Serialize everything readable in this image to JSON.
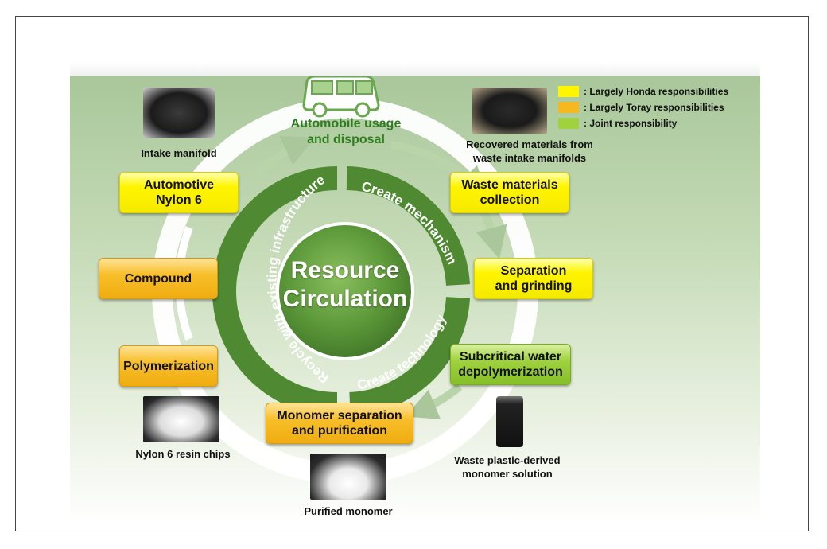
{
  "center": {
    "title": "Resource\nCirculation"
  },
  "arcs": {
    "create_mechanism": "Create mechanism",
    "create_technology": "Create technology",
    "recycle_infrastructure": "Recycle with existing infrastructure"
  },
  "top": {
    "label": "Automobile usage\nand disposal",
    "icon": "van-icon"
  },
  "steps": {
    "waste_collection": "Waste materials\ncollection",
    "separation": "Separation\nand grinding",
    "subcritical": "Subcritical water\ndepolymerization",
    "monomer_separation": "Monomer  separation\nand purification",
    "polymerization": "Polymerization",
    "compound": "Compound",
    "automotive_nylon": "Automotive\nNylon 6"
  },
  "captions": {
    "intake_manifold": "Intake manifold",
    "recovered_materials": "Recovered materials from\nwaste intake manifolds",
    "waste_solution": "Waste plastic-derived\nmonomer solution",
    "purified_monomer": "Purified monomer",
    "resin_chips": "Nylon 6 resin chips"
  },
  "legend": [
    {
      "label": ": Largely Honda responsibilities",
      "color": "#fff500"
    },
    {
      "label": ": Largely Toray responsibilities",
      "color": "#f5b81e"
    },
    {
      "label": ": Joint responsibility",
      "color": "#9fd23e"
    }
  ],
  "colors": {
    "ring_green": "#4f8a32",
    "accent_green": "#2e7d1f"
  }
}
